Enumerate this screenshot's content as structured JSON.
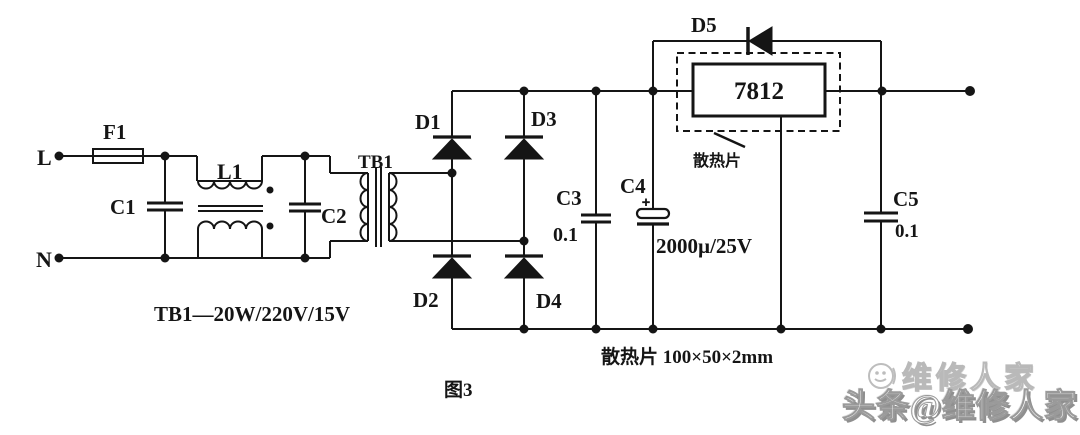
{
  "figure": {
    "caption": "图3",
    "transformer_spec": "TB1—20W/220V/15V",
    "heatsink_spec": "散热片 100×50×2mm"
  },
  "terminals": {
    "live": "L",
    "neutral": "N"
  },
  "components": {
    "fuse": {
      "label": "F1"
    },
    "c1": {
      "label": "C1"
    },
    "choke": {
      "label": "L1"
    },
    "c2": {
      "label": "C2"
    },
    "transformer": {
      "label": "TB1"
    },
    "d1": {
      "label": "D1"
    },
    "d2": {
      "label": "D2"
    },
    "d3": {
      "label": "D3"
    },
    "d4": {
      "label": "D4"
    },
    "d5": {
      "label": "D5"
    },
    "c3": {
      "label": "C3",
      "value": "0.1"
    },
    "c4": {
      "label": "C4",
      "value": "2000µ/25V"
    },
    "c5": {
      "label": "C5",
      "value": "0.1"
    },
    "regulator": {
      "label": "7812",
      "heatsink_note": "散热片"
    }
  },
  "watermark": {
    "back_text": "维修人家",
    "front_text": "头条@维修人家"
  },
  "colors": {
    "ink": "#151515",
    "background": "#ffffff",
    "watermark_shadow": "#8f8f8f"
  }
}
